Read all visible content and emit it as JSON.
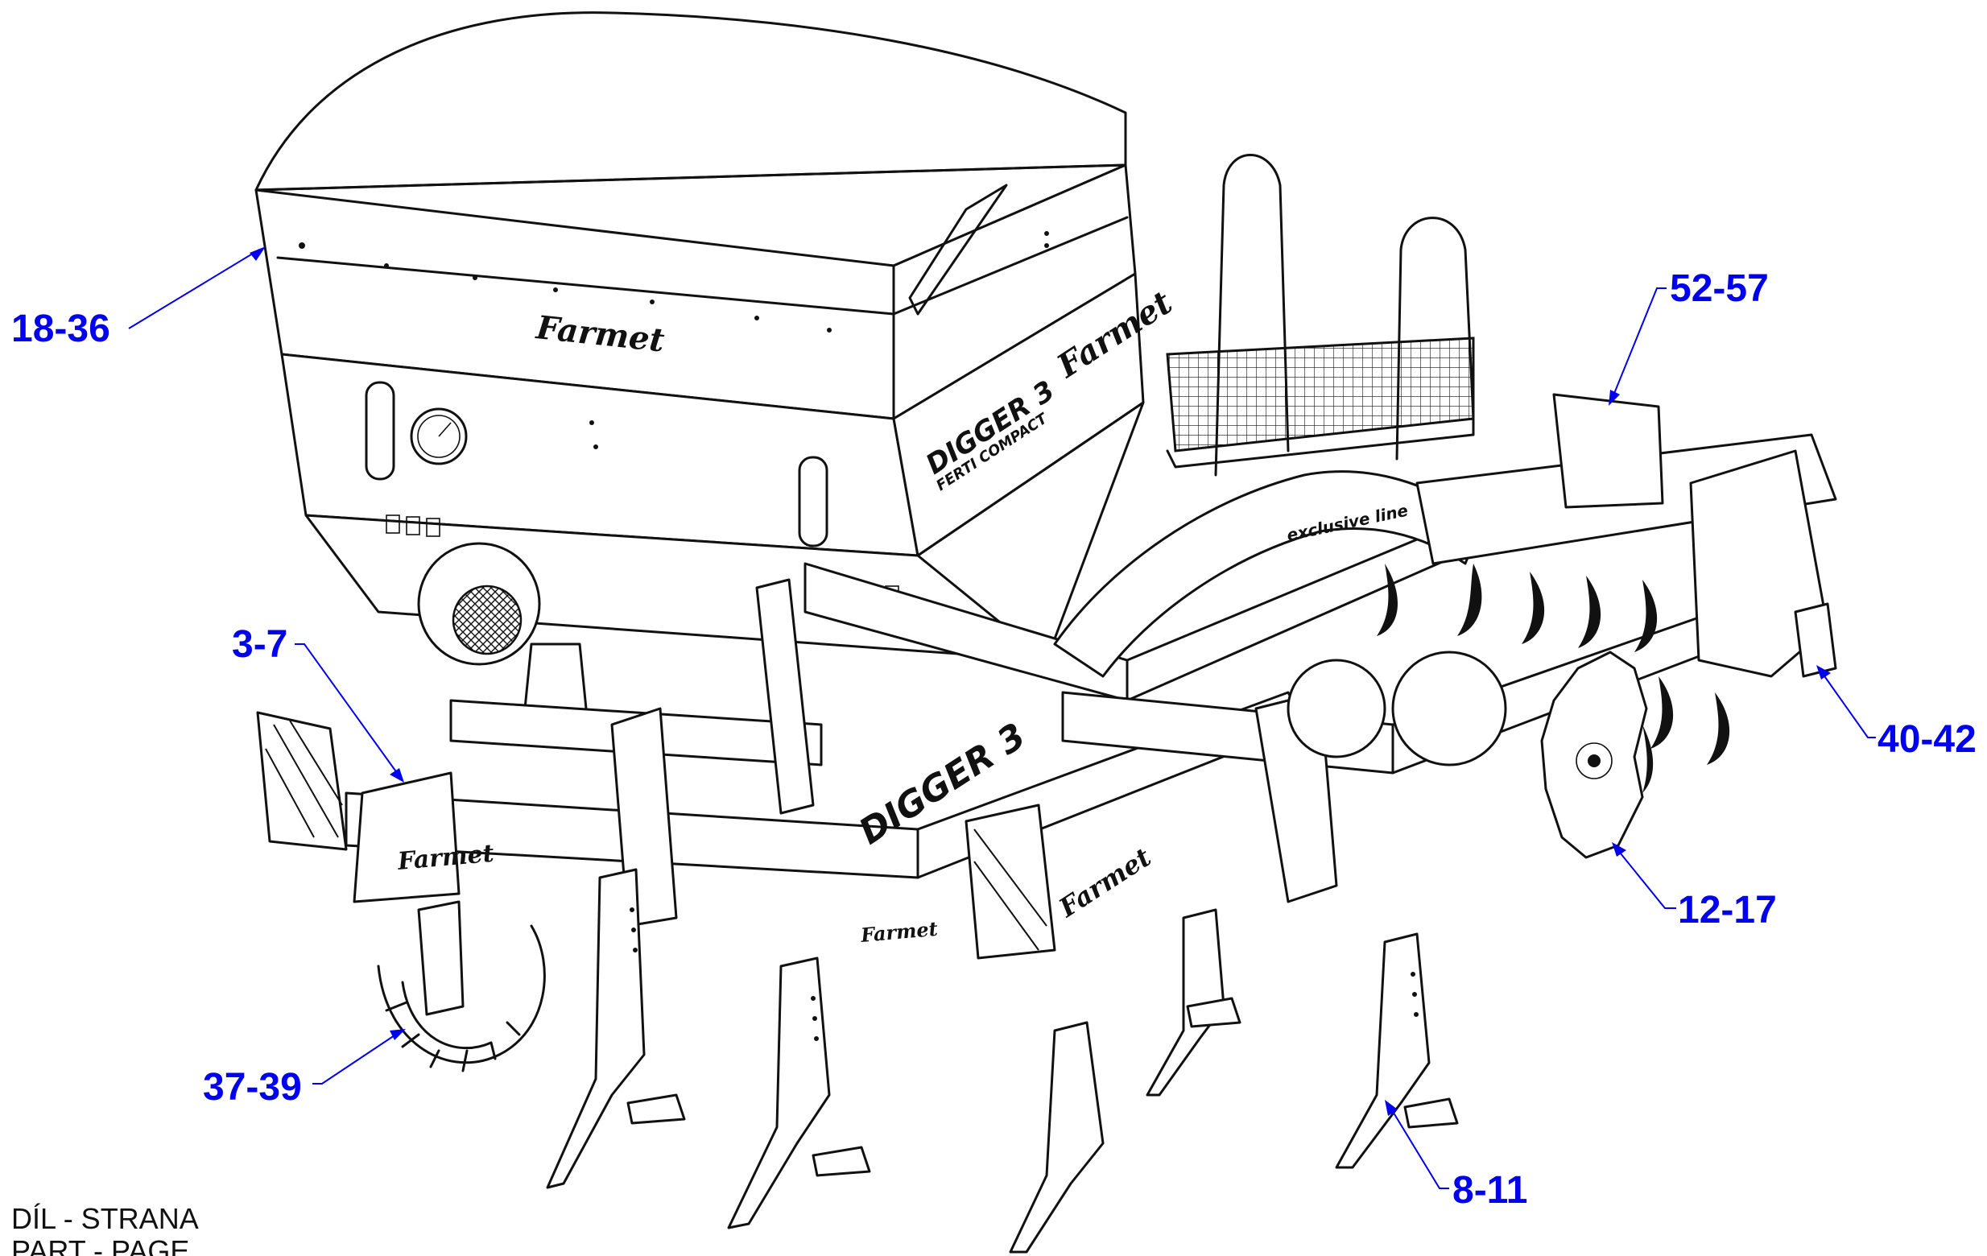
{
  "colors": {
    "callout": "#0000ee",
    "drawing": "#111111"
  },
  "branding": {
    "logo": "Farmet",
    "model": "DIGGER 3",
    "variant": "FERTI COMPACT",
    "ratchet_label": "exclusive line"
  },
  "callouts": [
    {
      "id": "hopper",
      "label": "18-36"
    },
    {
      "id": "seed-hopper-guard",
      "label": "52-57"
    },
    {
      "id": "frame",
      "label": "3-7"
    },
    {
      "id": "rear-roller",
      "label": "40-42"
    },
    {
      "id": "discs",
      "label": "12-17"
    },
    {
      "id": "depth-wheel",
      "label": "37-39"
    },
    {
      "id": "tines",
      "label": "8-11"
    }
  ],
  "footer": {
    "line1": "DÍL - STRANA",
    "line2": "PART - PAGE"
  }
}
